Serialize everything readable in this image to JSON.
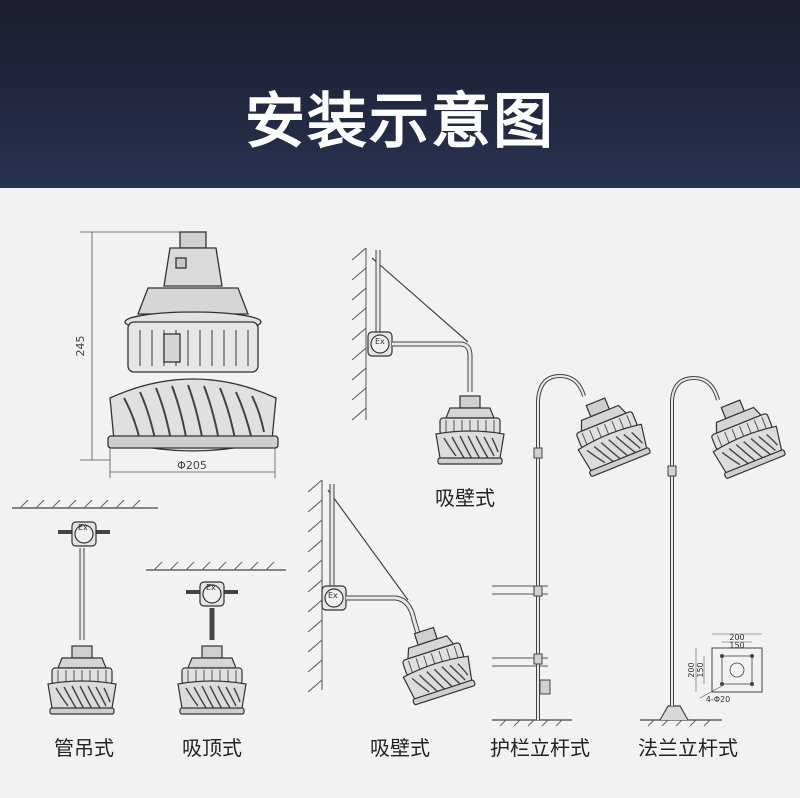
{
  "header": {
    "title": "安装示意图"
  },
  "dimensions": {
    "height": "245",
    "diameter": "Φ205"
  },
  "labels": {
    "wall_top": "吸壁式",
    "pipe_hang": "管吊式",
    "ceiling": "吸顶式",
    "wall_bottom": "吸壁式",
    "railing_pole": "护栏立杆式",
    "flange_pole": "法兰立杆式"
  },
  "junction_box_mark": "Ex",
  "flange_plate": {
    "dim_outer": "200",
    "dim_inner": "150",
    "hole_spec": "4-Φ20"
  },
  "colors": {
    "header_bg": "#232b45",
    "lamp_line": "#333333",
    "lamp_fill": "#d9d9d9"
  }
}
